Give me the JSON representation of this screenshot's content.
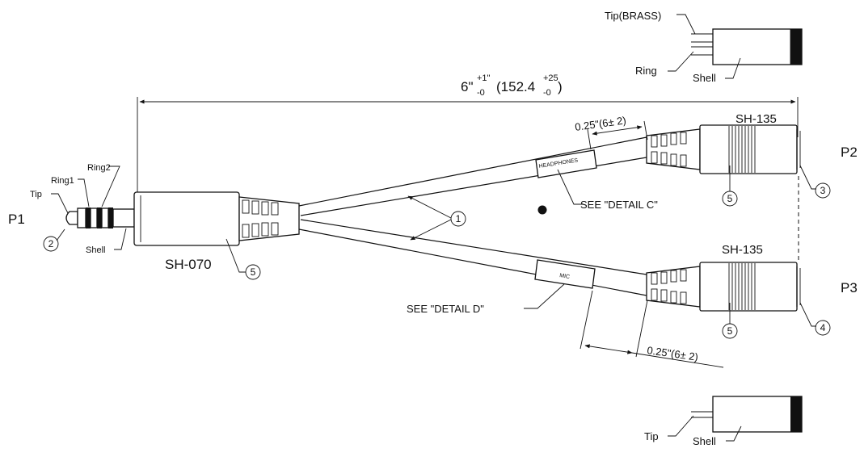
{
  "connectors": {
    "p1": "P1",
    "p2": "P2",
    "p3": "P3"
  },
  "parts": {
    "plug": "SH-070",
    "jack_top": "SH-135",
    "jack_bottom": "SH-135"
  },
  "plug_contacts": {
    "tip": "Tip",
    "ring1": "Ring1",
    "ring2": "Ring2",
    "shell": "Shell"
  },
  "detail_top": {
    "tip": "Tip(BRASS)",
    "ring": "Ring",
    "shell": "Shell"
  },
  "detail_bottom": {
    "tip": "Tip",
    "shell": "Shell"
  },
  "dimensions": {
    "overall_main": "6\"",
    "overall_tol_upper": "+1\"",
    "overall_tol_lower": "-0",
    "overall_metric": "(152.4",
    "overall_metric_upper": "+25",
    "overall_metric_lower": "-0",
    "overall_close": ")",
    "label_offset_top": "0.25\"(6± 2)",
    "label_offset_bottom": "0.25\"(6± 2)"
  },
  "cable_labels": {
    "headphones": "HEADPHONES",
    "mic": "MIC"
  },
  "callouts": {
    "detail_c": "SEE \"DETAIL C\"",
    "detail_d": "SEE \"DETAIL D\""
  },
  "bubbles": {
    "cable": "1",
    "plug_tip": "2",
    "p2_end": "3",
    "p3_end": "4",
    "overmold_plug": "5",
    "overmold_p2": "5",
    "overmold_p3": "5"
  }
}
